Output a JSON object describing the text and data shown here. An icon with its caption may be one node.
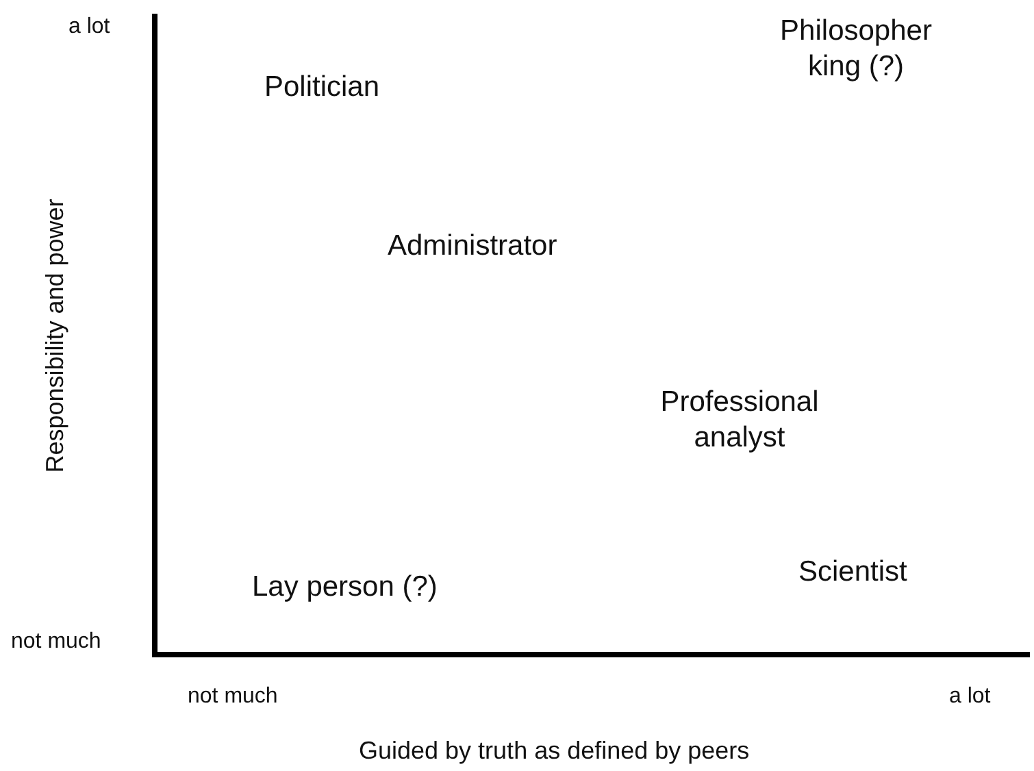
{
  "diagram": {
    "labels": [
      "a lot",
      "Philosopher king (?)",
      "Politician",
      "Administrator",
      "Professional analyst",
      "Scientist",
      "Lay person (?)",
      "not much",
      "not much",
      "a lot",
      "Guided by truth as defined by peers",
      "Responsibility and power"
    ]
  }
}
